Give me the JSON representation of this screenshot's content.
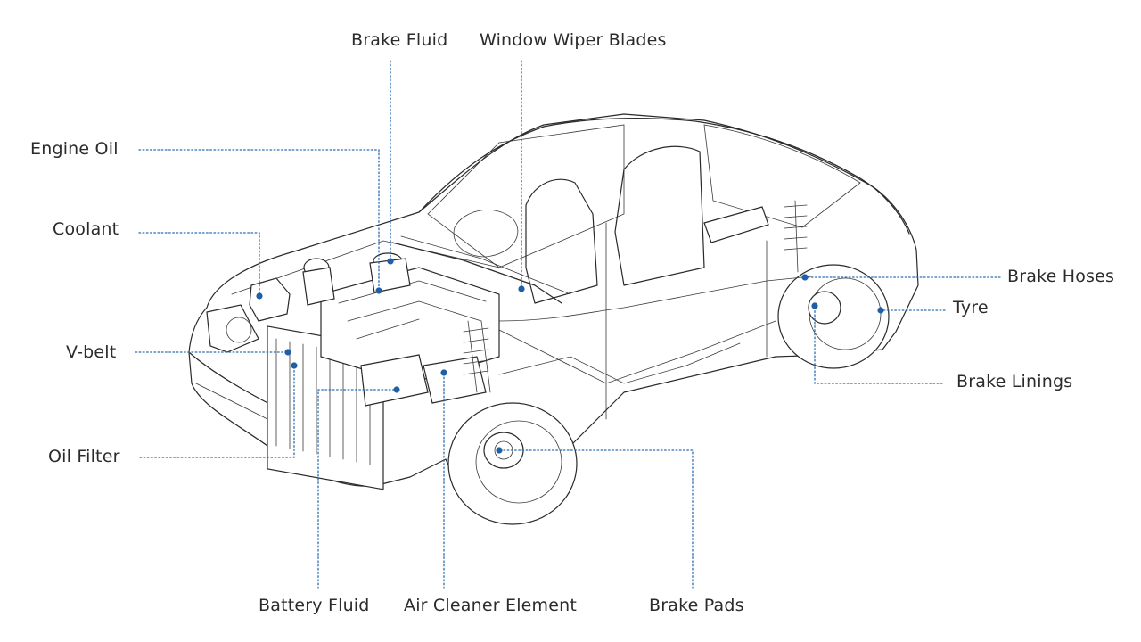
{
  "colors": {
    "leader": "#2b6cb0",
    "dot": "#1f5fa6",
    "label_text": "#2b2b2b",
    "line_art": "#2a2a2a"
  },
  "labels": {
    "brake_fluid": "Brake Fluid",
    "window_wiper_blades": "Window Wiper Blades",
    "engine_oil": "Engine Oil",
    "coolant": "Coolant",
    "v_belt": "V-belt",
    "oil_filter": "Oil Filter",
    "battery_fluid": "Battery Fluid",
    "air_cleaner_element": "Air Cleaner Element",
    "brake_pads": "Brake Pads",
    "brake_hoses": "Brake Hoses",
    "tyre": "Tyre",
    "brake_linings": "Brake Linings"
  }
}
